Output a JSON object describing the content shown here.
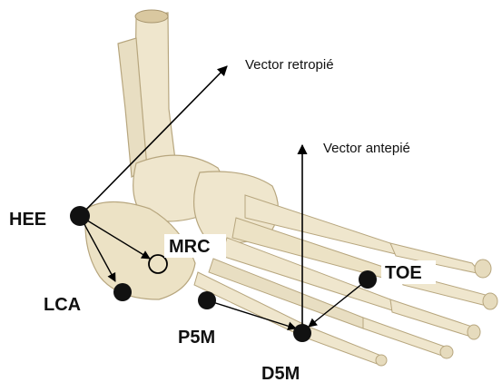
{
  "figure": {
    "background_color": "#ffffff",
    "bone_color": "#efe6cd",
    "bone_shadow": "#c9bb96",
    "marker_color": "#111111",
    "arrow_color": "#000000"
  },
  "labels": {
    "vector_retropie": "Vector retropié",
    "vector_antepie": "Vector antepié",
    "hee": "HEE",
    "mrc": "MRC",
    "lca": "LCA",
    "toe": "TOE",
    "p5m": "P5M",
    "d5m": "D5M"
  },
  "markers": [
    {
      "id": "HEE",
      "style": "filled"
    },
    {
      "id": "MRC",
      "style": "hollow"
    },
    {
      "id": "LCA",
      "style": "filled"
    },
    {
      "id": "TOE",
      "style": "filled"
    },
    {
      "id": "P5M",
      "style": "filled"
    },
    {
      "id": "D5M",
      "style": "filled"
    }
  ],
  "vectors": [
    {
      "from": "HEE",
      "to": "Vector retropié"
    },
    {
      "from": "D5M",
      "to": "Vector antepié"
    },
    {
      "from": "HEE",
      "to": "MRC"
    },
    {
      "from": "HEE",
      "to": "LCA"
    },
    {
      "from": "P5M",
      "to": "D5M"
    },
    {
      "from": "TOE",
      "to": "D5M"
    }
  ]
}
